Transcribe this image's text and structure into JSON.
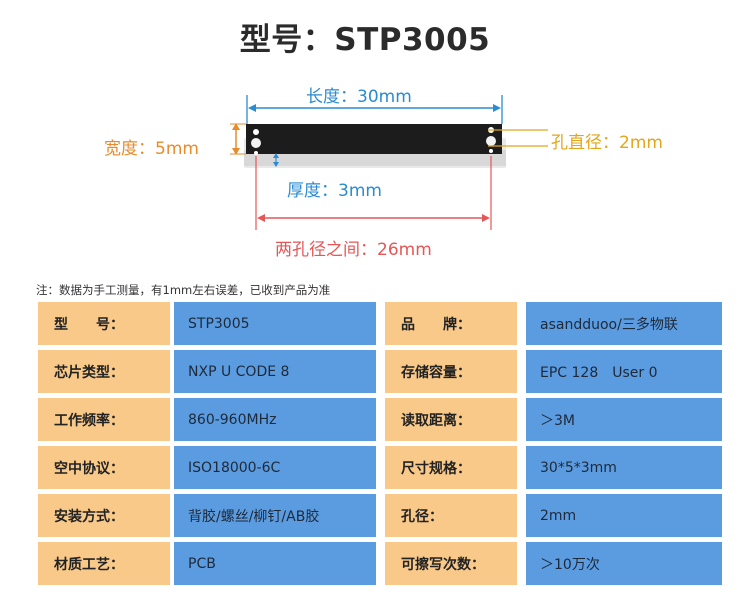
{
  "title": "型号：STP3005",
  "diagram": {
    "length": "长度：30mm",
    "width": "宽度：5mm",
    "hole_diameter": "孔直径：2mm",
    "thickness": "厚度：3mm",
    "hole_spacing": "两孔径之间：26mm",
    "colors": {
      "blue": "#2a8bd0",
      "orange": "#e98b2a",
      "yellow": "#e3a619",
      "red": "#e55656",
      "tag_body": "#1c1c1c",
      "tag_base": "#e6e6e6"
    }
  },
  "note": "注：数据为手工测量，有1mm左右误差，已收到产品为准",
  "table": {
    "left": [
      {
        "label": "型　　号：",
        "value": "STP3005"
      },
      {
        "label": "芯片类型：",
        "value": "NXP U CODE 8"
      },
      {
        "label": "工作频率：",
        "value": "860-960MHz"
      },
      {
        "label": "空中协议：",
        "value": "ISO18000-6C"
      },
      {
        "label": "安装方式：",
        "value": "背胶/螺丝/柳钉/AB胶"
      },
      {
        "label": "材质工艺：",
        "value": "PCB"
      }
    ],
    "right": [
      {
        "label": "品　　牌：",
        "value": "asandduoo/三多物联"
      },
      {
        "label": "存储容量：",
        "value": "EPC 128　User 0"
      },
      {
        "label": "读取距离：",
        "value": "＞3M"
      },
      {
        "label": "尺寸规格：",
        "value": "30*5*3mm"
      },
      {
        "label": "孔径：",
        "value": "2mm"
      },
      {
        "label": "可擦写次数：",
        "value": "＞10万次"
      }
    ],
    "colors": {
      "label_bg": "#f9c98a",
      "value_bg": "#5b9be0"
    }
  }
}
